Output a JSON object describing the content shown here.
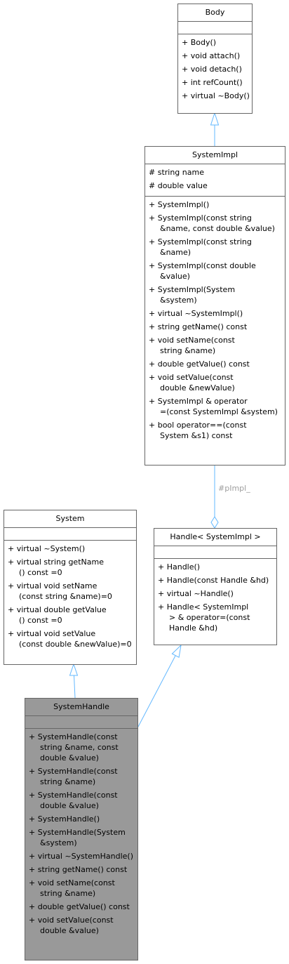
{
  "colors": {
    "box_border": "#666666",
    "highlight_fill": "#999999",
    "inheritance_arrow": "#63b8ff",
    "association_line": "#63b8ff",
    "edge_label": "#9e9e9e"
  },
  "classes": {
    "body": {
      "name": "Body",
      "attributes": [],
      "methods": [
        "+ Body()",
        "+ void attach()",
        "+ void detach()",
        "+ int refCount()",
        "+ virtual ~Body()"
      ]
    },
    "systemimpl": {
      "name": "SystemImpl",
      "attributes": [
        "# string name",
        "# double value"
      ],
      "methods": [
        [
          "+ SystemImpl()"
        ],
        [
          "+ SystemImpl(const string",
          "&name, const double &value)"
        ],
        [
          "+ SystemImpl(const string",
          "&name)"
        ],
        [
          "+ SystemImpl(const double",
          "&value)"
        ],
        [
          "+ SystemImpl(System",
          "&system)"
        ],
        [
          "+ virtual ~SystemImpl()"
        ],
        [
          "+ string getName() const"
        ],
        [
          "+ void setName(const",
          "string &name)"
        ],
        [
          "+ double getValue() const"
        ],
        [
          "+ void setValue(const",
          "double &newValue)"
        ],
        [
          "+ SystemImpl & operator",
          "=(const SystemImpl &system)"
        ],
        [
          "+ bool operator==(const",
          "System &s1) const"
        ]
      ]
    },
    "system": {
      "name": "System",
      "attributes": [],
      "methods": [
        [
          "+ virtual ~System()"
        ],
        [
          "+ virtual string getName",
          "() const =0"
        ],
        [
          "+ virtual void setName",
          "(const string &name)=0"
        ],
        [
          "+ virtual double getValue",
          "() const =0"
        ],
        [
          "+ virtual void setValue",
          "(const double &newValue)=0"
        ]
      ]
    },
    "handle": {
      "name": "Handle< SystemImpl >",
      "attributes": [],
      "methods": [
        [
          "+ Handle()"
        ],
        [
          "+ Handle(const Handle &hd)"
        ],
        [
          "+ virtual ~Handle()"
        ],
        [
          "+ Handle< SystemImpl",
          "> & operator=(const",
          "Handle &hd)"
        ]
      ]
    },
    "systemhandle": {
      "name": "SystemHandle",
      "attributes": [],
      "methods": [
        [
          "+ SystemHandle(const",
          "string &name, const",
          "double &value)"
        ],
        [
          "+ SystemHandle(const",
          "string &name)"
        ],
        [
          "+ SystemHandle(const",
          "double &value)"
        ],
        [
          "+ SystemHandle()"
        ],
        [
          "+ SystemHandle(System",
          "&system)"
        ],
        [
          "+ virtual ~SystemHandle()"
        ],
        [
          "+ string getName() const"
        ],
        [
          "+ void setName(const",
          "string &name)"
        ],
        [
          "+ double getValue() const"
        ],
        [
          "+ void setValue(const",
          "double &value)"
        ]
      ]
    }
  },
  "edges": {
    "association_label": "#pImpl_"
  }
}
